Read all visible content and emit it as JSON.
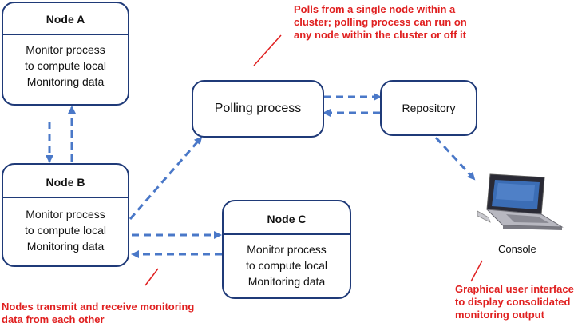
{
  "nodes": {
    "a": {
      "title": "Node  A",
      "body": [
        "Monitor process",
        "to compute local",
        "Monitoring data"
      ]
    },
    "b": {
      "title": "Node B",
      "body": [
        "Monitor process",
        "to compute local",
        "Monitoring data"
      ]
    },
    "c": {
      "title": "Node C",
      "body": [
        "Monitor process",
        "to compute local",
        "Monitoring data"
      ]
    }
  },
  "polling": {
    "label": "Polling process"
  },
  "repository": {
    "label": "Repository"
  },
  "console": {
    "label": "Console"
  },
  "notes": {
    "polling": [
      "Polls from a single node within a",
      "cluster; polling process can run on",
      "any node within the cluster or off it"
    ],
    "nodes": [
      "Nodes transmit and receive monitoring",
      "data from each other"
    ],
    "gui": [
      "Graphical user interface",
      "to display consolidated",
      "monitoring output"
    ]
  },
  "colors": {
    "arrow": "#4a78c8",
    "border": "#1f3a78",
    "note": "#e02020"
  }
}
